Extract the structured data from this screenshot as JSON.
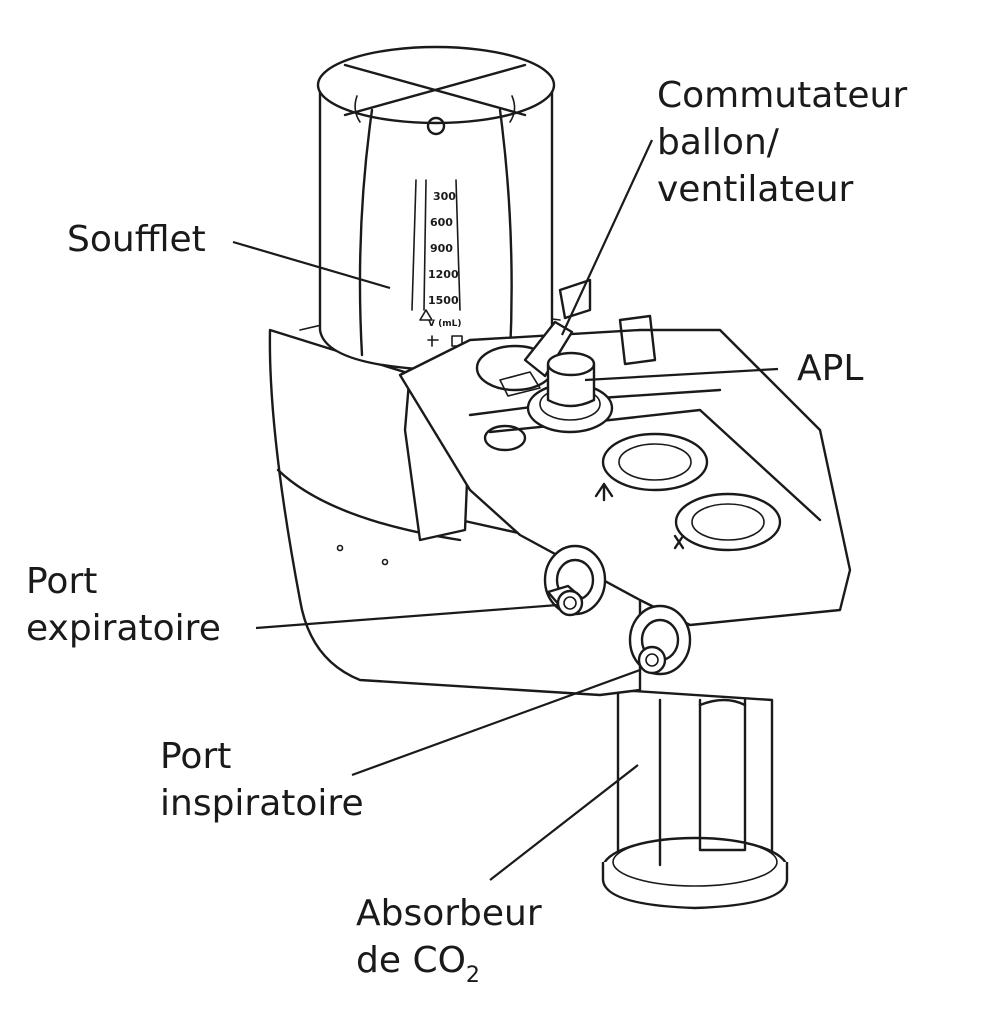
{
  "labels": {
    "soufflet": "Soufflet",
    "commutateur": [
      "Commutateur",
      "ballon/",
      "ventilateur"
    ],
    "apl": "APL",
    "port_expiratoire": [
      "Port",
      "expiratoire"
    ],
    "port_inspiratoire": [
      "Port",
      "inspiratoire"
    ],
    "absorbeur": [
      "Absorbeur",
      "de CO",
      "2"
    ]
  },
  "bellows_scale": [
    "300",
    "600",
    "900",
    "1200",
    "1500"
  ],
  "bellows_caption": "V  (mL)",
  "ink_color": "#1a1a1a"
}
